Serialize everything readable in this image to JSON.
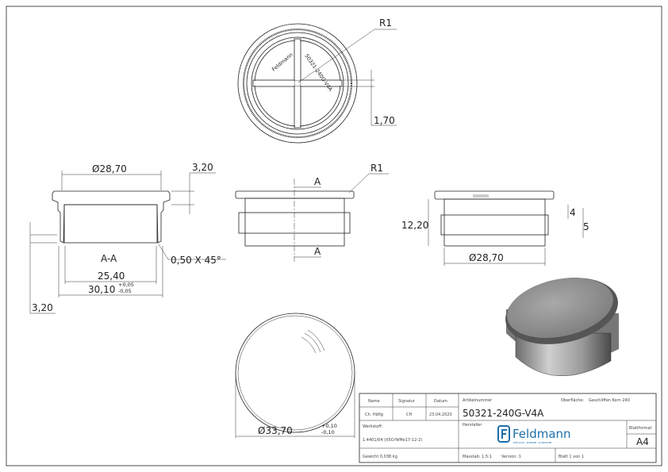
{
  "drawing": {
    "top_view": {
      "radius_label": "R1",
      "rib_width": "1,70",
      "engraving_left": "Feldmann",
      "engraving_right": "50321-240G-V4A"
    },
    "section_view": {
      "section_label": "A-A",
      "diameter_top": "Ø28,70",
      "flange_height": "3,20",
      "inner_width": "25,40",
      "outer_width": "30,10",
      "outer_width_tol_plus": "+0,05",
      "outer_width_tol_minus": "-0,05",
      "bottom_height": "3,20",
      "chamfer": "0,50 X 45°"
    },
    "front_view": {
      "section_marker_top": "A",
      "section_marker_bottom": "A",
      "radius_label": "R1"
    },
    "side_view": {
      "height": "12,20",
      "dim_4": "4",
      "dim_5": "5",
      "diameter": "Ø28,70"
    },
    "bottom_view": {
      "diameter": "Ø33,70",
      "tol_plus": "+0,10",
      "tol_minus": "-0,10"
    }
  },
  "title_block": {
    "name_header": "Name",
    "signature_header": "Signatur",
    "date_header": "Datum",
    "name": "Ch. Häfig",
    "signature": "CH",
    "date": "23.04.2020",
    "article_label": "Artikelnummer",
    "article_number": "50321-240G-V4A",
    "surface_label": "Oberfläche:",
    "surface_value": "Geschliffen Korn 240",
    "material_label": "Werkstoff:",
    "material_value": "1.4401/04 (X5CrNiMo17-12-2)",
    "manufacturer_label": "Hersteller",
    "logo_text": "Feldmann",
    "logo_tagline": "EDELSTAHL · KLEMMEN · SCHWEISSEN",
    "format_label": "Blattformat",
    "format_value": "A4",
    "weight": "Gewicht 0,038 kg",
    "scale": "Masstab: 1,5:1",
    "version": "Version: 1",
    "sheet": "Blatt 1 von 1",
    "brand_color": "#1e6fa8"
  }
}
